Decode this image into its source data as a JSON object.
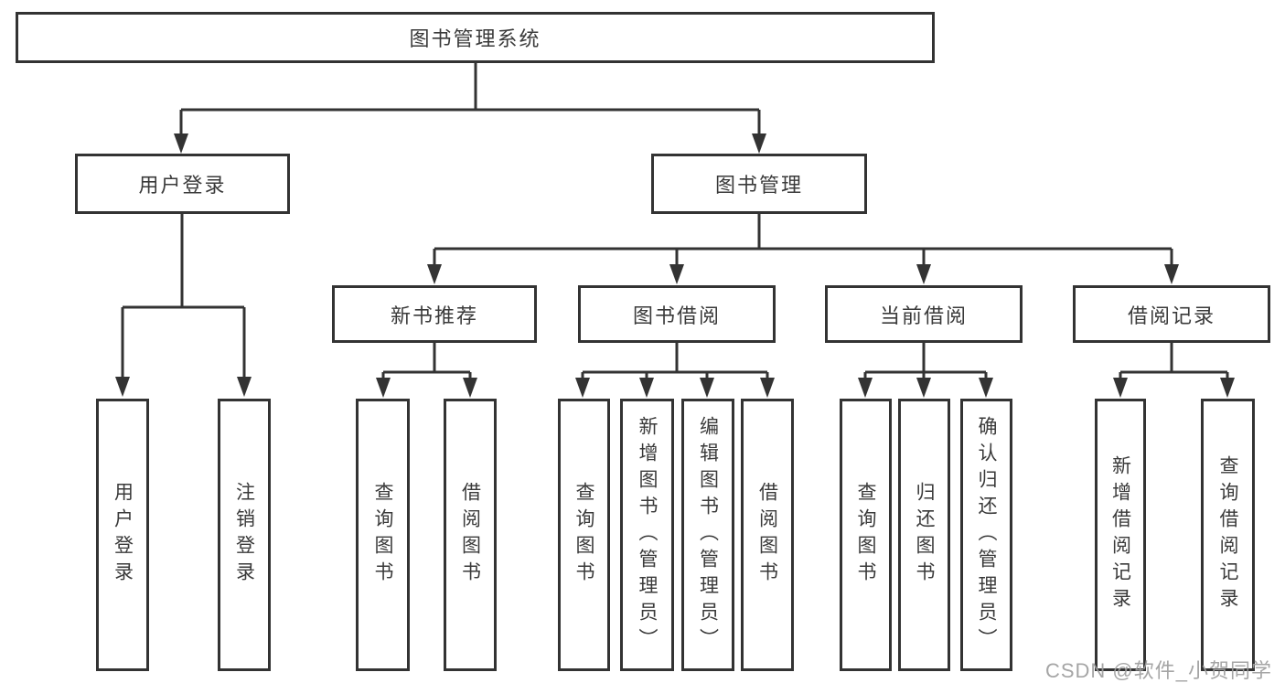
{
  "diagram": {
    "root": {
      "label": "图书管理系统"
    },
    "branches": [
      {
        "label": "用户登录",
        "children": [
          {
            "label": "用户登录"
          },
          {
            "label": "注销登录"
          }
        ]
      },
      {
        "label": "图书管理",
        "children": [
          {
            "label": "新书推荐",
            "children": [
              {
                "label": "查询图书"
              },
              {
                "label": "借阅图书"
              }
            ]
          },
          {
            "label": "图书借阅",
            "children": [
              {
                "label": "查询图书"
              },
              {
                "label": "新增图书（管理员）"
              },
              {
                "label": "编辑图书（管理员）"
              },
              {
                "label": "借阅图书"
              }
            ]
          },
          {
            "label": "当前借阅",
            "children": [
              {
                "label": "查询图书"
              },
              {
                "label": "归还图书"
              },
              {
                "label": "确认归还（管理员）"
              }
            ]
          },
          {
            "label": "借阅记录",
            "children": [
              {
                "label": "新增借阅记录"
              },
              {
                "label": "查询借阅记录"
              }
            ]
          }
        ]
      }
    ]
  },
  "colors": {
    "line": "#333333",
    "text": "#3a3a3a",
    "background": "#ffffff",
    "watermark": "#9e9e9e"
  },
  "watermark": "CSDN @软件_小贺同学"
}
